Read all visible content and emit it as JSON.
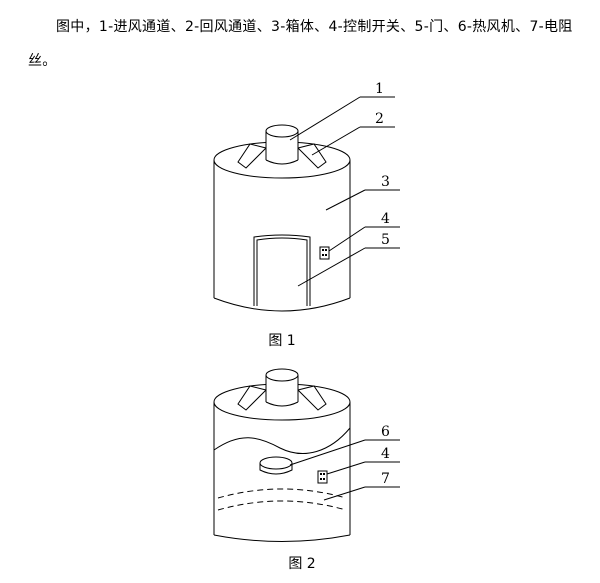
{
  "caption": "图中，1-进风通道、2-回风通道、3-箱体、4-控制开关、5-门、6-热风机、7-电阻丝。",
  "figure1": {
    "title": "图 1",
    "labels": [
      "1",
      "2",
      "3",
      "4",
      "5"
    ]
  },
  "figure2": {
    "title": "图 2",
    "labels": [
      "6",
      "4",
      "7"
    ]
  }
}
